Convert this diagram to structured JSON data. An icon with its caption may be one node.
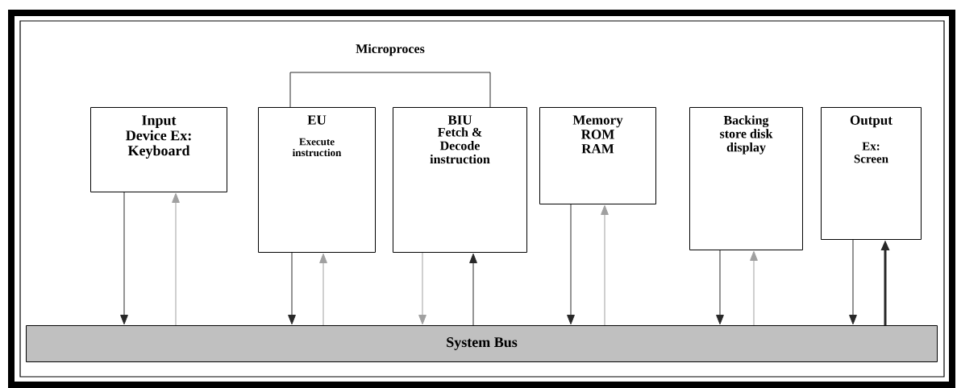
{
  "diagram": {
    "nodes": [
      {
        "text": [
          "Input Device Ex: Keyboard"
        ]
      },
      {
        "text": [
          "EU",
          "Execute instruction"
        ]
      },
      {
        "text": [
          "BIU",
          "Fetch & Decode instruction"
        ]
      },
      {
        "text": [
          "Memory ROM RAM"
        ]
      },
      {
        "text": [
          "Backing store disk display"
        ]
      },
      {
        "text": [
          "Output",
          "Ex: Screen"
        ]
      },
      {
        "text": [
          "System Bus"
        ]
      }
    ],
    "edges": [
      {
        "from": 0,
        "to": 6,
        "arrow": "to"
      },
      {
        "from": 6,
        "to": 0,
        "arrow": "to",
        "color": "#a0a0a0"
      },
      {
        "from": 1,
        "to": 6,
        "arrow": "to"
      },
      {
        "from": 6,
        "to": 1,
        "arrow": "to",
        "color": "#a0a0a0"
      },
      {
        "from": 2,
        "to": 6,
        "arrow": "to",
        "color": "#a0a0a0"
      },
      {
        "from": 6,
        "to": 2,
        "arrow": "to"
      },
      {
        "from": 3,
        "to": 6,
        "arrow": "to"
      },
      {
        "from": 6,
        "to": 3,
        "arrow": "to",
        "color": "#a0a0a0"
      },
      {
        "from": 4,
        "to": 6,
        "arrow": "to"
      },
      {
        "from": 6,
        "to": 4,
        "arrow": "to",
        "color": "#a0a0a0"
      },
      {
        "from": 5,
        "to": 6,
        "arrow": "to"
      },
      {
        "from": 6,
        "to": 5,
        "arrow": "to",
        "style": "thick"
      },
      {
        "from": 1,
        "to": 2,
        "arrow": "none"
      }
    ],
    "labels": [
      "Microproces"
    ]
  }
}
